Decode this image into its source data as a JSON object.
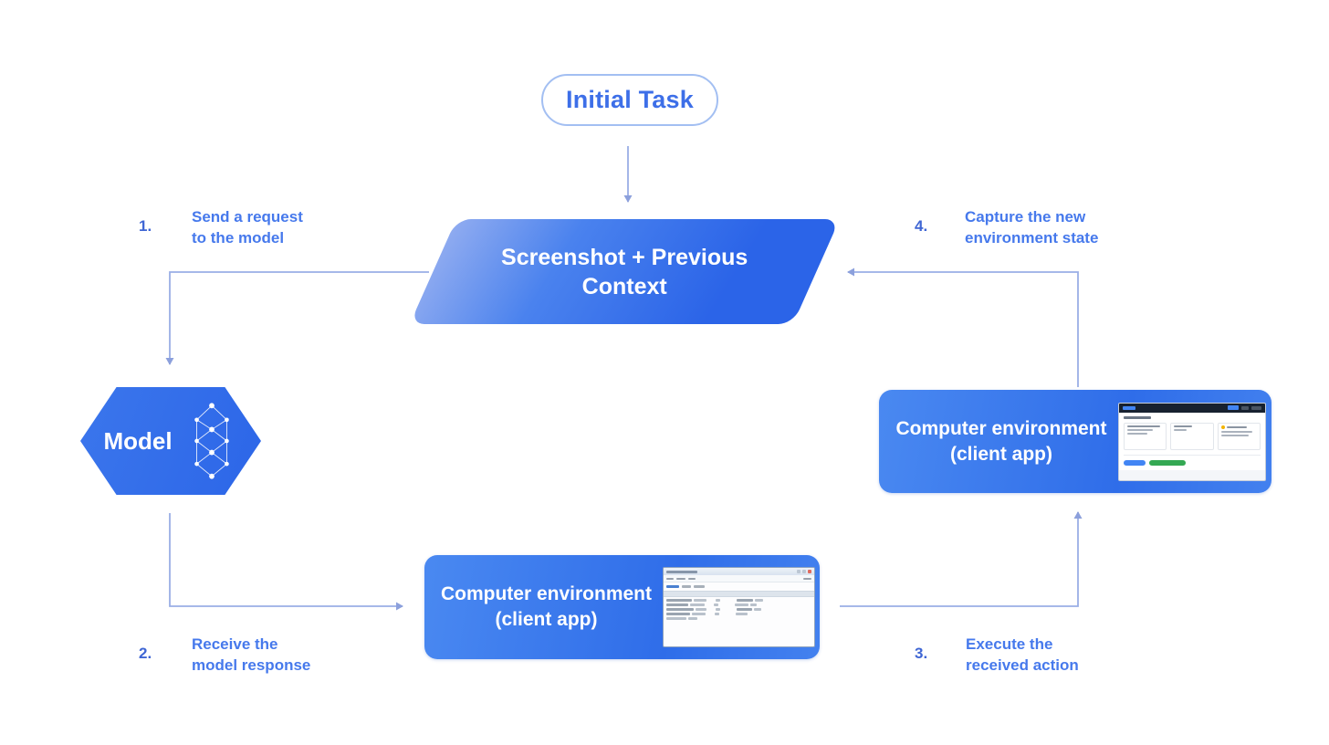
{
  "colors": {
    "node_blue": "#2F6CE9",
    "gradient_light_blue": "#8FABF0",
    "connector_blue": "#9AAEE6",
    "label_blue": "#4679EC",
    "number_blue": "#3F66D4",
    "pill_border": "#A3BFF2",
    "pill_text": "#3D6FE8",
    "thumb_navy": "#17212F",
    "thumb_green": "#34A853",
    "thumb_yellow": "#F4B400"
  },
  "nodes": {
    "initial_task": {
      "label": "Initial Task"
    },
    "screenshot_context": {
      "label": "Screenshot + Previous Context"
    },
    "model": {
      "label": "Model",
      "icon": "neural-network-icon"
    },
    "computer_env_bottom": {
      "line1": "Computer environment",
      "line2": "(client app)"
    },
    "computer_env_right": {
      "line1": "Computer environment",
      "line2": "(client app)"
    }
  },
  "steps": [
    {
      "number": "1.",
      "line1": "Send a request",
      "line2": "to the model"
    },
    {
      "number": "2.",
      "line1": "Receive the",
      "line2": "model response"
    },
    {
      "number": "3.",
      "line1": "Execute the",
      "line2": "received action"
    },
    {
      "number": "4.",
      "line1": "Capture the new",
      "line2": "environment state"
    }
  ]
}
